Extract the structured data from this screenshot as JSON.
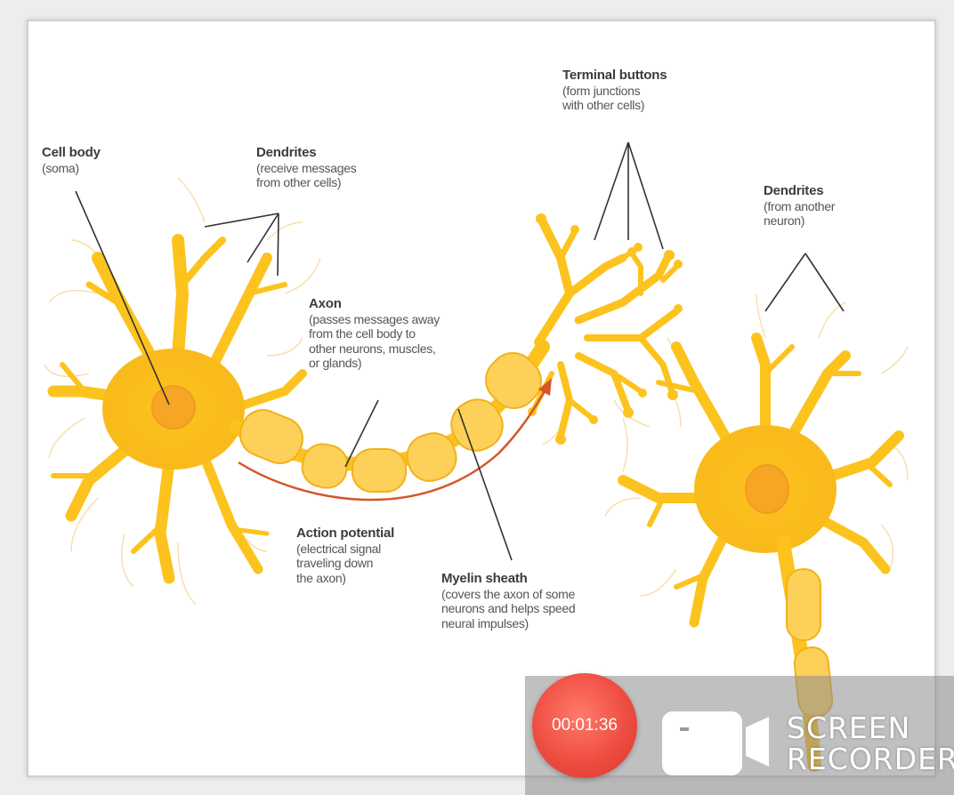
{
  "labels": {
    "cell_body": {
      "title": "Cell body",
      "sub": "(soma)"
    },
    "dendrites": {
      "title": "Dendrites",
      "sub": [
        "(receive messages",
        "from other cells)"
      ]
    },
    "terminal_buttons": {
      "title": "Terminal buttons",
      "sub": [
        "(form junctions",
        "with other cells)"
      ]
    },
    "dendrites_other": {
      "title": "Dendrites",
      "sub": [
        "(from another",
        "neuron)"
      ]
    },
    "axon": {
      "title": "Axon",
      "sub": [
        "(passes messages away",
        "from the cell body to",
        "other neurons, muscles,",
        "or glands)"
      ]
    },
    "action_potential": {
      "title": "Action potential",
      "sub": [
        "(electrical signal",
        "traveling down",
        "the axon)"
      ]
    },
    "myelin_sheath": {
      "title": "Myelin sheath",
      "sub": [
        "(covers the axon of some",
        "neurons and helps speed",
        "neural impulses)"
      ]
    }
  },
  "recorder": {
    "timer": "00:01:36",
    "brand_line1": "SCREEN",
    "brand_line2": "RECORDER"
  },
  "colors": {
    "neuron_fill": "#fcc31e",
    "neuron_light": "#fde08a",
    "nucleus": "#f6a624",
    "arrow": "#d4562a",
    "record_red": "#ec4a3e"
  }
}
